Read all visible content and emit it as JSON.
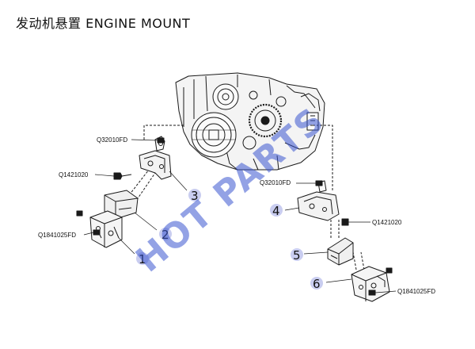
{
  "title": "发动机悬置 ENGINE MOUNT",
  "watermark": "HOT PARTS",
  "colors": {
    "watermark": "#3a55d0",
    "callout_circle": "#c9cdf0",
    "line": "#1a1a1a"
  },
  "part_codes": {
    "q32010fd_left": "Q32010FD",
    "q1421020_left": "Q1421020",
    "q1841025fd_left": "Q1841025FD",
    "q32010fd_right": "Q32010FD",
    "q1421020_right": "Q1421020",
    "q1841025fd_right": "Q1841025FD"
  },
  "callouts": {
    "c1": "1",
    "c2": "2",
    "c3": "3",
    "c4": "4",
    "c5": "5",
    "c6": "6"
  }
}
